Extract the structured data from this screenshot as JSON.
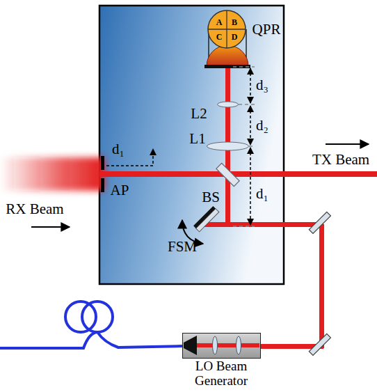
{
  "diagram": {
    "nodes": [
      {
        "text": [
          "LO Beam Generator"
        ]
      }
    ],
    "labels": [
      "QPR",
      "A",
      "B",
      "C",
      "D",
      "L2",
      "d₃",
      "L1",
      "d₂",
      "d₁",
      "TX Beam",
      "AP",
      "RX Beam",
      "BS",
      "d₁",
      "FSM"
    ]
  }
}
